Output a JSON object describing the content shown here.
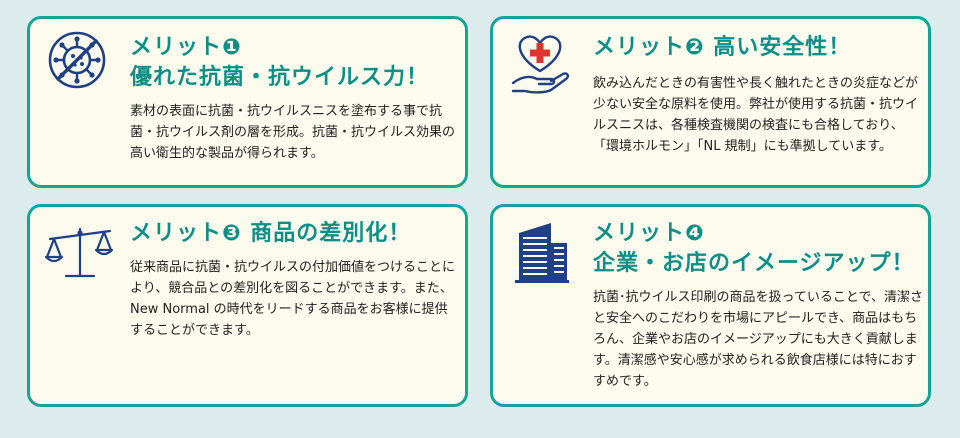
{
  "colors": {
    "background": "#dcebec",
    "card_fill": "#fdfbee",
    "card_border": "#13a596",
    "title": "#0e8f86",
    "icon_navy": "#1f3f86",
    "cross_red": "#e0342f"
  },
  "cards": [
    {
      "icon": "virus-prohibited-icon",
      "title_line1": "メリット❶",
      "title_line2": "優れた抗菌・抗ウイルス力！",
      "body": "素材の表面に抗菌・抗ウイルスニスを塗布する事で抗菌・抗ウイルス剤の層を形成。抗菌・抗ウイルス効果の高い衛生的な製品が得られます。"
    },
    {
      "icon": "heart-hand-icon",
      "title_line1": "メリット❷ 高い安全性！",
      "body": "飲み込んだときの有害性や長く触れたときの炎症などが少ない安全な原料を使用。弊社が使用する抗菌・抗ウイルスニスは、各種検査機関の検査にも合格しており、「環境ホルモン」「NL 規制」にも準拠しています。"
    },
    {
      "icon": "balance-scale-icon",
      "title_line1": "メリット❸ 商品の差別化！",
      "body": "従来商品に抗菌・抗ウイルスの付加価値をつけることにより、競合品との差別化を図ることができます。また、New Normal の時代をリードする商品をお客様に提供することができます。"
    },
    {
      "icon": "office-building-icon",
      "title_line1": "メリット❹",
      "title_line2": "企業・お店のイメージアップ！",
      "body": "抗菌･抗ウイルス印刷の商品を扱っていることで、清潔さと安全へのこだわりを市場にアピールでき、商品はもちろん、企業やお店のイメージアップにも大きく貢献します。清潔感や安心感が求められる飲食店様には特におすすめです。"
    }
  ]
}
